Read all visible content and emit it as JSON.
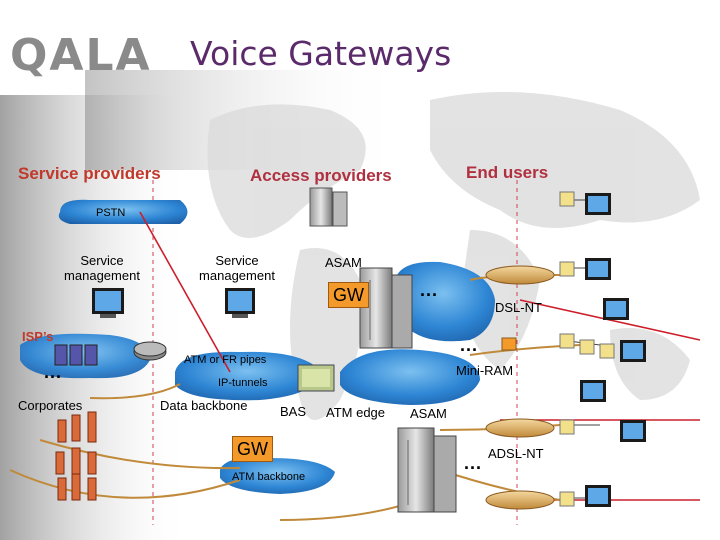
{
  "header": {
    "logo_text": "QALA",
    "title": "Voice Gateways"
  },
  "columns": {
    "service_providers": "Service providers",
    "access_providers": "Access providers",
    "end_users": "End users"
  },
  "labels": {
    "pstn": "PSTN",
    "service_mgmt_left": "Service management",
    "service_mgmt_right": "Service management",
    "asam_top": "ASAM",
    "gw_top": "GW",
    "dots_top": "...",
    "dsl_nt": "DSL-NT",
    "isps": "ISP’s",
    "dots_isps": "...",
    "corporates": "Corporates",
    "dots_corporates": "...",
    "atm_fr_pipes": "ATM or FR pipes",
    "ip_tunnels": "IP-tunnels",
    "data_backbone": "Data backbone",
    "bas": "BAS",
    "atm_edge": "ATM edge",
    "asam_bottom": "ASAM",
    "mini_ram": "Mini-RAM",
    "dots_mid": "...",
    "gw_bottom": "GW",
    "atm_backbone": "ATM backbone",
    "adsl_nt": "ADSL-NT",
    "dots_bottom": "..."
  },
  "colors": {
    "title": "#5a2a6a",
    "service_providers_head": "#c0392b",
    "access_providers_head": "#b03040",
    "end_users_head": "#b03040",
    "gw_box": "#f39a2a",
    "cloud": "#3a8fd8",
    "link_line": "#cc1e2a",
    "divider": "#cc4455"
  },
  "icons": {
    "server": "server-rack-icon",
    "computer": "workstation-icon",
    "modem": "modem-icon",
    "phone": "telephone-icon",
    "router": "router-icon",
    "switch": "atm-switch-icon",
    "building": "corporate-building-icon"
  }
}
